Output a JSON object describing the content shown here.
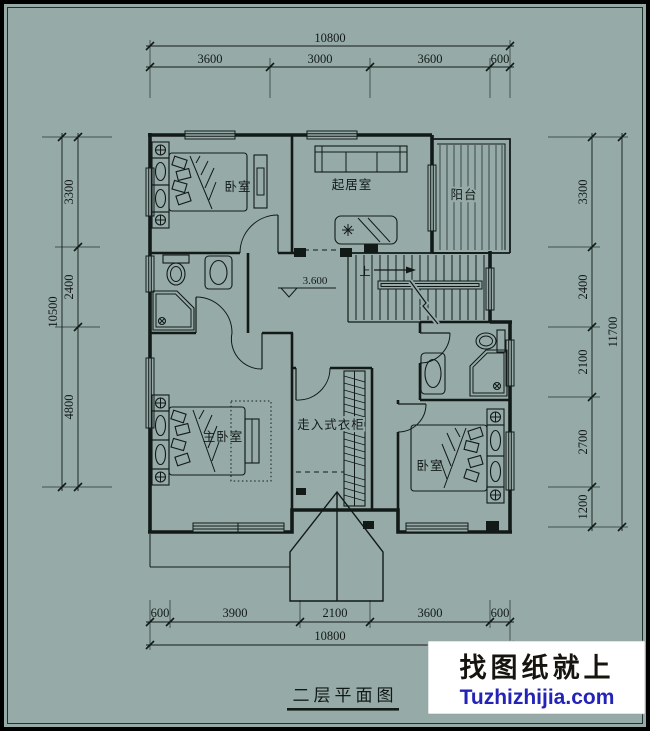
{
  "page": {
    "background": "#96ABA7",
    "line_color": "#121a18",
    "title": "二层平面图"
  },
  "watermark": {
    "line1": "找图纸就上",
    "line2": "Tuzhizhijia.com",
    "accent_color": "#2323b8"
  },
  "rooms": {
    "bedroom_top_left": "卧室",
    "living_room": "起居室",
    "balcony": "阳台",
    "master_bedroom": "主卧室",
    "walk_in_closet": "走入式衣柜",
    "bedroom_bottom_right": "卧室"
  },
  "annotations": {
    "floor_level": "3.600",
    "stairs_up": "上"
  },
  "dimensions": {
    "top": {
      "overall": "10800",
      "segments": [
        "3600",
        "3000",
        "3600",
        "600"
      ]
    },
    "bottom": {
      "overall": "10800",
      "segments": [
        "600",
        "3900",
        "2100",
        "3600",
        "600"
      ]
    },
    "left": {
      "overall": "10500",
      "segments": [
        "3300",
        "2400",
        "4800"
      ]
    },
    "right": {
      "overall": "11700",
      "segments": [
        "3300",
        "2400",
        "2100",
        "2700",
        "1200"
      ]
    }
  }
}
